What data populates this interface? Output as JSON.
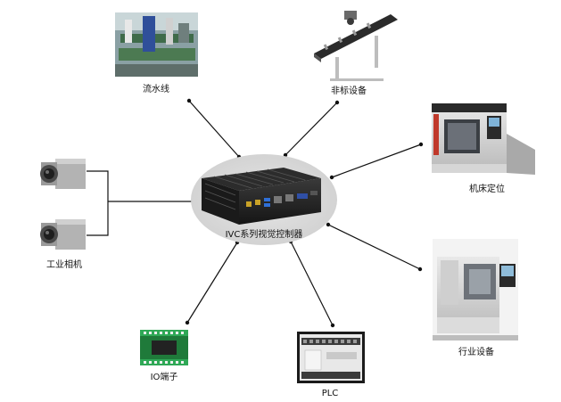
{
  "center": {
    "label": "IVC系列视觉控制器"
  },
  "nodes": {
    "assembly_line": {
      "label": "流水线"
    },
    "nonstandard_equipment": {
      "label": "非标设备"
    },
    "machine_positioning": {
      "label": "机床定位"
    },
    "industry_equipment": {
      "label": "行业设备"
    },
    "plc": {
      "label": "PLC"
    },
    "io_terminal": {
      "label": "IO端子"
    },
    "industrial_camera": {
      "label": "工业相机"
    }
  },
  "colors": {
    "hub_fill": "#d9d9d9",
    "connector": "#111111"
  }
}
